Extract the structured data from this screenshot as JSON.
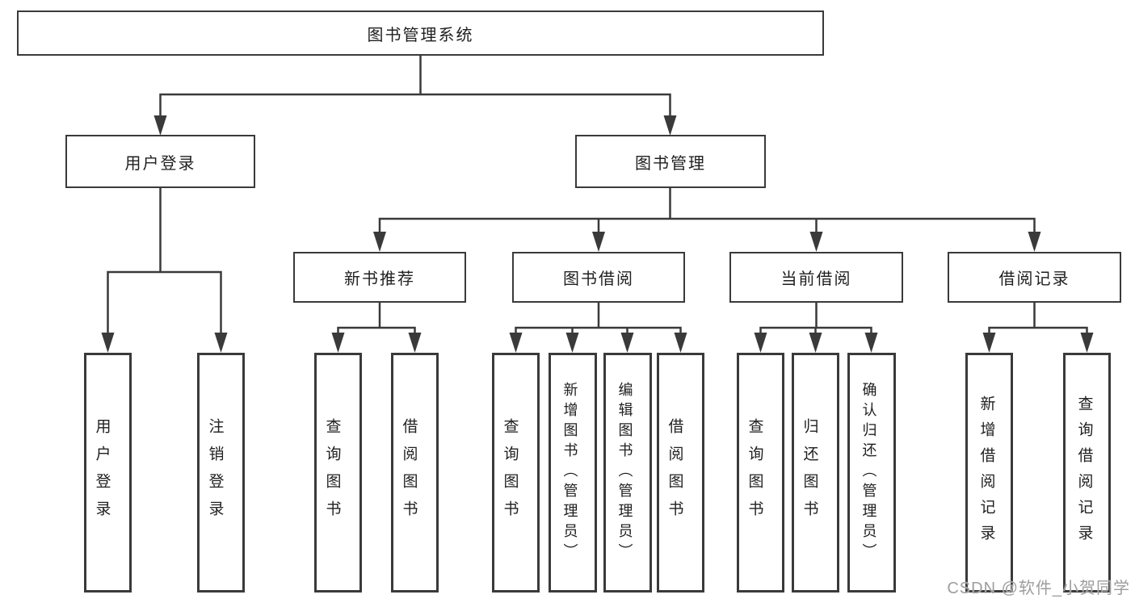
{
  "diagram_title": "图书管理系统",
  "watermark": "CSDN @软件_小贺同学",
  "colors": {
    "line": "#3a3a3a",
    "box_border": "#3a3a3a",
    "text": "#1f1f1f",
    "watermark": "#9d9d9d",
    "background": "#ffffff"
  },
  "tree": {
    "root": {
      "label": "图书管理系统"
    },
    "branches": [
      {
        "label": "用户登录",
        "children": [
          {
            "label": "用户登录"
          },
          {
            "label": "注销登录"
          }
        ]
      },
      {
        "label": "图书管理",
        "children": [
          {
            "label": "新书推荐",
            "children": [
              {
                "label": "查询图书"
              },
              {
                "label": "借阅图书"
              }
            ]
          },
          {
            "label": "图书借阅",
            "children": [
              {
                "label": "查询图书"
              },
              {
                "label": "新增图书（管理员）"
              },
              {
                "label": "编辑图书（管理员）"
              },
              {
                "label": "借阅图书"
              }
            ]
          },
          {
            "label": "当前借阅",
            "children": [
              {
                "label": "查询图书"
              },
              {
                "label": "归还图书"
              },
              {
                "label": "确认归还（管理员）"
              }
            ]
          },
          {
            "label": "借阅记录",
            "children": [
              {
                "label": "新增借阅记录"
              },
              {
                "label": "查询借阅记录"
              }
            ]
          }
        ]
      }
    ]
  }
}
